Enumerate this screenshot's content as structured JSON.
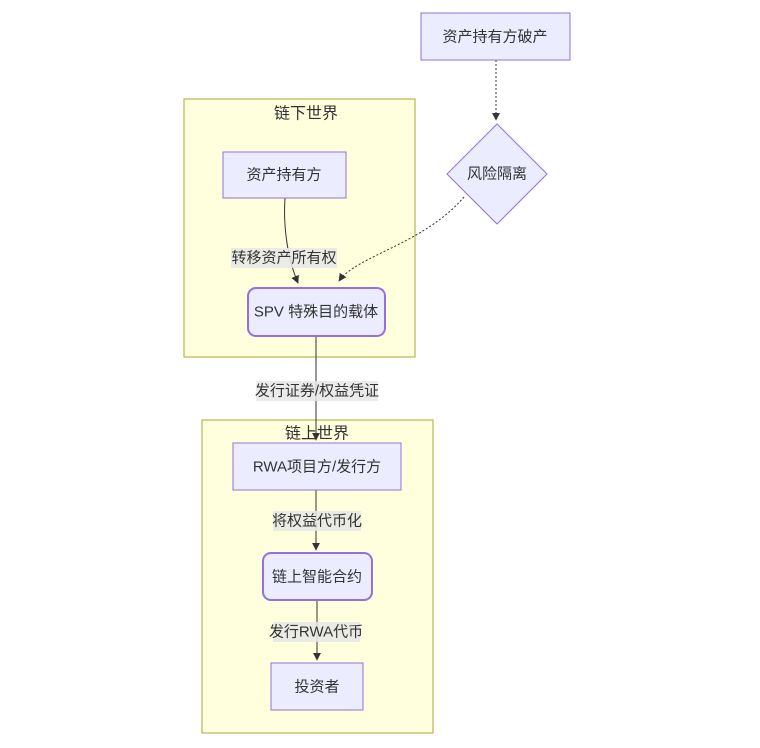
{
  "diagram": {
    "kind": "flowchart",
    "clusters": {
      "offchain": {
        "title": "链下世界"
      },
      "onchain": {
        "title": "链上世界"
      }
    },
    "nodes": {
      "bankrupt": {
        "label": "资产持有方破产",
        "shape": "rect"
      },
      "risk": {
        "label": "风险隔离",
        "shape": "diamond"
      },
      "holder": {
        "label": "资产持有方",
        "shape": "rect",
        "cluster": "offchain"
      },
      "spv": {
        "label": "SPV 特殊目的载体",
        "shape": "rounded",
        "cluster": "offchain"
      },
      "rwa_issuer": {
        "label": "RWA项目方/发行方",
        "shape": "rect",
        "cluster": "onchain"
      },
      "smart_contract": {
        "label": "链上智能合约",
        "shape": "rounded",
        "cluster": "onchain"
      },
      "investor": {
        "label": "投资者",
        "shape": "rect",
        "cluster": "onchain"
      }
    },
    "edges": {
      "bankrupt_to_risk": {
        "from": "bankrupt",
        "to": "risk",
        "style": "dotted",
        "label": ""
      },
      "risk_to_spv": {
        "from": "risk",
        "to": "spv",
        "style": "dotted",
        "label": ""
      },
      "transfer": {
        "from": "holder",
        "to": "spv",
        "style": "solid",
        "label": "转移资产所有权"
      },
      "issue_securities": {
        "from": "spv",
        "to": "rwa_issuer",
        "style": "solid",
        "label": "发行证券/权益凭证"
      },
      "tokenize": {
        "from": "rwa_issuer",
        "to": "smart_contract",
        "style": "solid",
        "label": "将权益代币化"
      },
      "issue_token": {
        "from": "smart_contract",
        "to": "investor",
        "style": "solid",
        "label": "发行RWA代币"
      }
    },
    "colors": {
      "node_fill": "#ECECFF",
      "node_border": "#9370DB",
      "cluster_fill": "#FFFFDE",
      "cluster_border": "#AAAA33",
      "edge_stroke": "#333333",
      "text": "#333333",
      "edge_label_bg": "#E8E8E8",
      "background": "#FFFFFF"
    }
  }
}
